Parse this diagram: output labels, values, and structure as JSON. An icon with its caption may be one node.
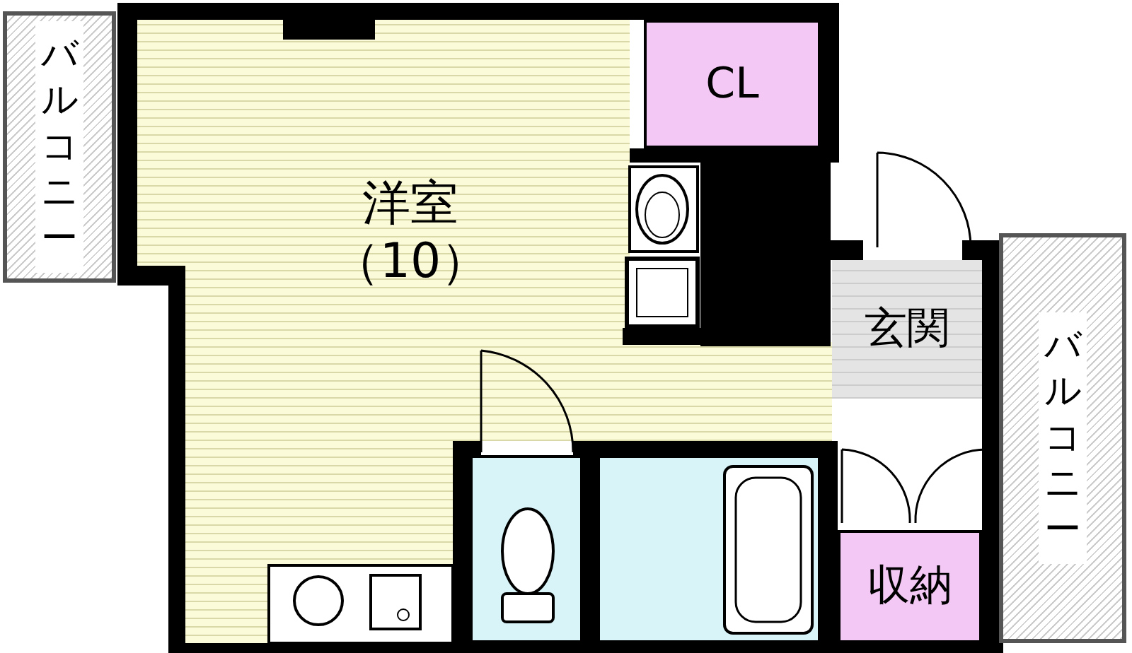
{
  "diagram": {
    "nodes": [
      {
        "text": [
          "バルコニー"
        ]
      },
      {
        "text": [
          "洋室",
          "（10）"
        ]
      },
      {
        "text": [
          "CL"
        ]
      },
      {
        "text": [
          "玄関"
        ]
      },
      {
        "text": [],
        "shape": "box"
      },
      {
        "text": [],
        "shape": "box"
      },
      {
        "text": [
          "収納"
        ]
      },
      {
        "text": [
          "バルコニー"
        ]
      }
    ]
  }
}
